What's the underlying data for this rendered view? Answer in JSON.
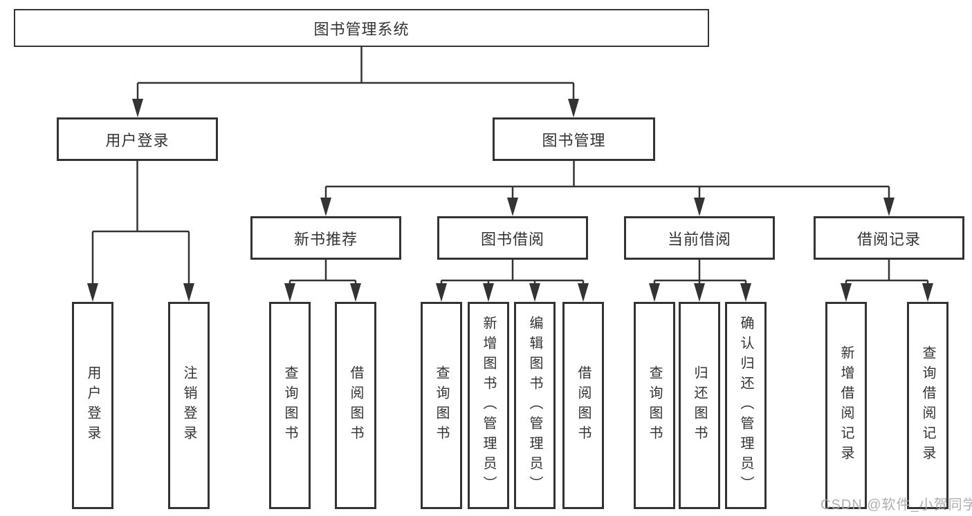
{
  "diagram": {
    "root": "图书管理系统",
    "level2": {
      "login": "用户登录",
      "management": "图书管理"
    },
    "login_children": [
      "用户登录",
      "注销登录"
    ],
    "management_children": [
      "新书推荐",
      "图书借阅",
      "当前借阅",
      "借阅记录"
    ],
    "leaf_groups": {
      "new_book_recommend": [
        "查询图书",
        "借阅图书"
      ],
      "book_borrow": [
        "查询图书",
        "新增图书（管理员）",
        "编辑图书（管理员）",
        "借阅图书"
      ],
      "current_borrow": [
        "查询图书",
        "归还图书",
        "确认归还（管理员）"
      ],
      "borrow_records": [
        "新增借阅记录",
        "查询借阅记录"
      ]
    }
  },
  "watermark": "CSDN @软件_小贺同学",
  "colors": {
    "line": "#333333",
    "box_background": "#ffffff",
    "text": "#333333",
    "watermark": "#a8a8a8"
  }
}
